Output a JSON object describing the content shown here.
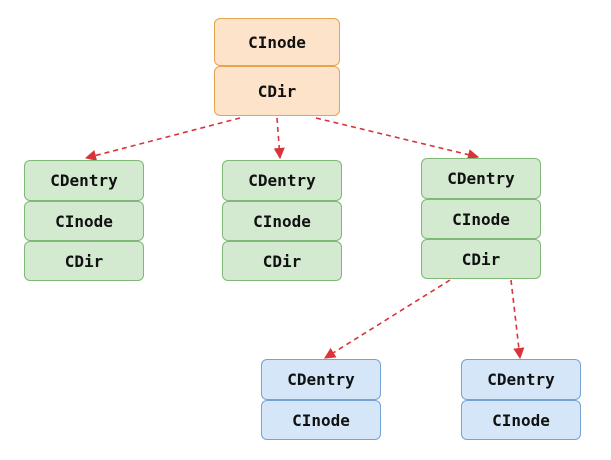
{
  "colors": {
    "root_fill": "#fde3c9",
    "root_stroke": "#e7a44e",
    "level1_fill": "#d3e9d0",
    "level1_stroke": "#7fb877",
    "level2_fill": "#d4e6f7",
    "level2_stroke": "#76a3d4",
    "edge": "#d9343a"
  },
  "root": {
    "labels": [
      "CInode",
      "CDir"
    ]
  },
  "level1": [
    {
      "labels": [
        "CDentry",
        "CInode",
        "CDir"
      ]
    },
    {
      "labels": [
        "CDentry",
        "CInode",
        "CDir"
      ]
    },
    {
      "labels": [
        "CDentry",
        "CInode",
        "CDir"
      ]
    }
  ],
  "level2": [
    {
      "labels": [
        "CDentry",
        "CInode"
      ]
    },
    {
      "labels": [
        "CDentry",
        "CInode"
      ]
    }
  ],
  "edges": [
    {
      "from": "root",
      "to": "level1.0"
    },
    {
      "from": "root",
      "to": "level1.1"
    },
    {
      "from": "root",
      "to": "level1.2"
    },
    {
      "from": "level1.2",
      "to": "level2.0"
    },
    {
      "from": "level1.2",
      "to": "level2.1"
    }
  ]
}
